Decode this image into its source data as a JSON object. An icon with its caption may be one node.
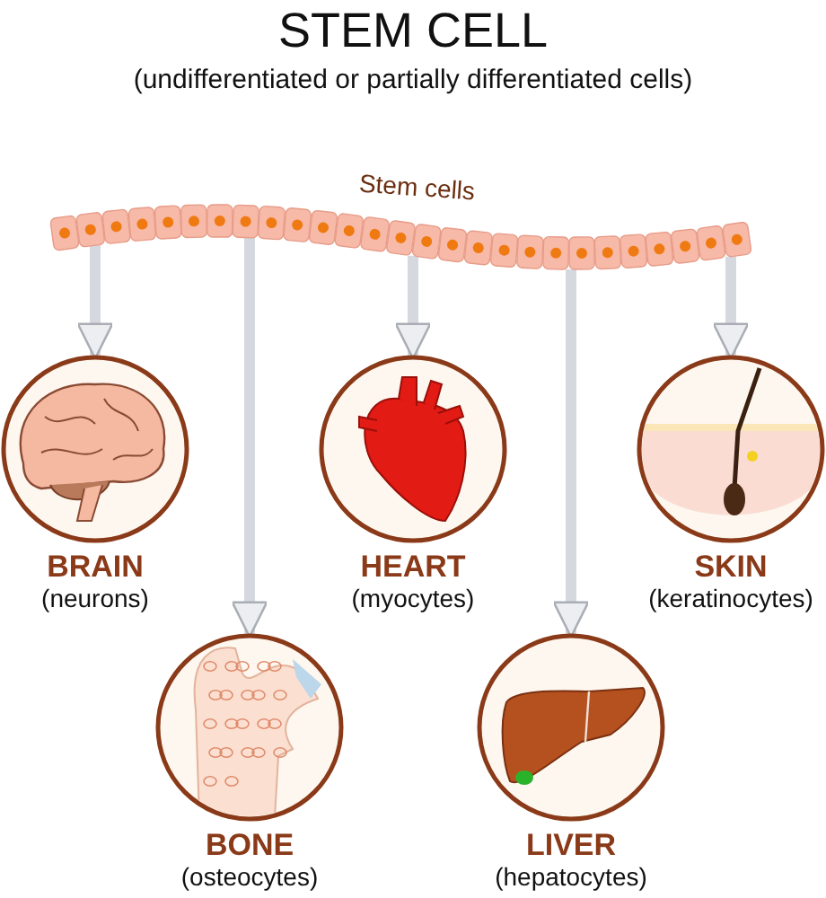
{
  "diagram": {
    "title": "STEM CELL",
    "labels": [
      "(undifferentiated or partially differentiated cells)"
    ],
    "nodes": [
      {
        "text": [
          "Stem cells"
        ]
      },
      {
        "text": [
          "BRAIN",
          "(neurons)"
        ]
      },
      {
        "text": [
          "HEART",
          "(myocytes)"
        ]
      },
      {
        "text": [
          "SKIN",
          "(keratinocytes)"
        ]
      },
      {
        "text": [
          "BONE",
          "(osteocytes)"
        ]
      },
      {
        "text": [
          "LIVER",
          "(hepatocytes)"
        ]
      }
    ],
    "edges": [
      {
        "from": 0,
        "to": 1,
        "arrow": "to"
      },
      {
        "from": 0,
        "to": 4,
        "arrow": "to"
      },
      {
        "from": 0,
        "to": 2,
        "arrow": "to"
      },
      {
        "from": 0,
        "to": 5,
        "arrow": "to"
      },
      {
        "from": 0,
        "to": 3,
        "arrow": "to"
      }
    ]
  }
}
